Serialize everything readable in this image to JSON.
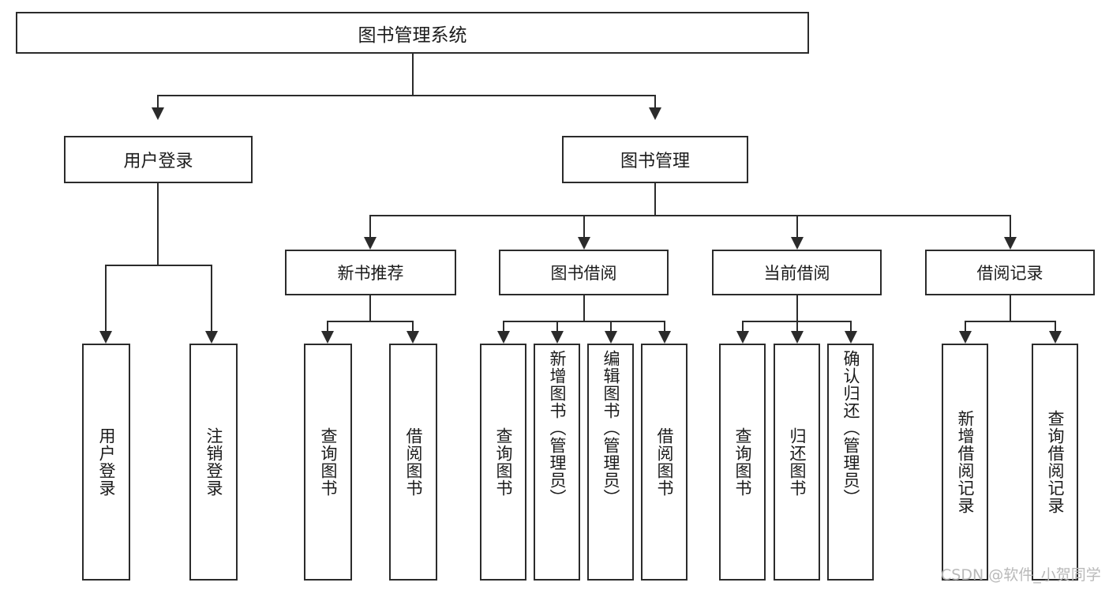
{
  "diagram": {
    "title": "图书管理系统",
    "type": "tree-hierarchy",
    "root": {
      "label": "图书管理系统"
    },
    "level2": [
      {
        "label": "用户登录"
      },
      {
        "label": "图书管理"
      }
    ],
    "level3": [
      {
        "label": "新书推荐"
      },
      {
        "label": "图书借阅"
      },
      {
        "label": "当前借阅"
      },
      {
        "label": "借阅记录"
      }
    ],
    "leaves": {
      "user_login": [
        {
          "label": "用户登录"
        },
        {
          "label": "注销登录"
        }
      ],
      "new_book_recommend": [
        {
          "label": "查询图书"
        },
        {
          "label": "借阅图书"
        }
      ],
      "book_borrow": [
        {
          "label": "查询图书"
        },
        {
          "label": "新增图书（管理员）"
        },
        {
          "label": "编辑图书（管理员）"
        },
        {
          "label": "借阅图书"
        }
      ],
      "current_borrow": [
        {
          "label": "查询图书"
        },
        {
          "label": "归还图书"
        },
        {
          "label": "确认归还（管理员）"
        }
      ],
      "borrow_record": [
        {
          "label": "新增借阅记录"
        },
        {
          "label": "查询借阅记录"
        }
      ]
    }
  },
  "watermark": {
    "text": "CSDN @软件_小贺同学"
  },
  "colors": {
    "stroke": "#2b2b2b",
    "background": "#ffffff",
    "text": "#1b1b1b",
    "watermark": "#b9b9b9"
  }
}
